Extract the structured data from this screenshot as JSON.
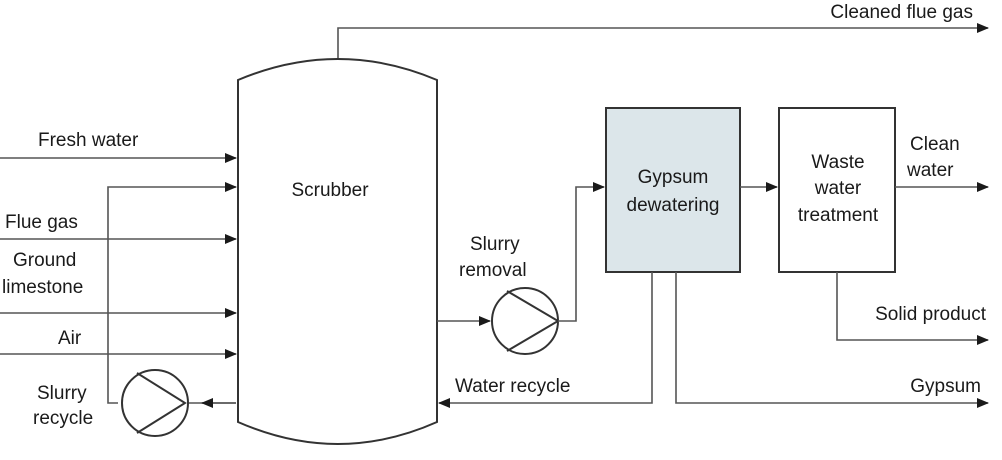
{
  "diagram": {
    "scrubber": "Scrubber",
    "gypsum_dewatering": [
      "Gypsum",
      "dewatering"
    ],
    "waste_water_treatment": [
      "Waste",
      "water",
      "treatment"
    ],
    "inputs": {
      "fresh_water": "Fresh water",
      "flue_gas": "Flue gas",
      "ground_limestone": [
        "Ground",
        "limestone"
      ],
      "air": "Air",
      "slurry_recycle": [
        "Slurry",
        "recycle"
      ]
    },
    "outputs": {
      "cleaned_flue_gas": "Cleaned flue gas",
      "clean_water": [
        "Clean",
        "water"
      ],
      "solid_product": "Solid product",
      "gypsum": "Gypsum"
    },
    "streams": {
      "slurry_removal": [
        "Slurry",
        "removal"
      ],
      "water_recycle": "Water recycle"
    },
    "colors": {
      "dewatering_fill": "#dce6ea",
      "line": "#555555",
      "arrow": "#1a1a1a"
    }
  }
}
